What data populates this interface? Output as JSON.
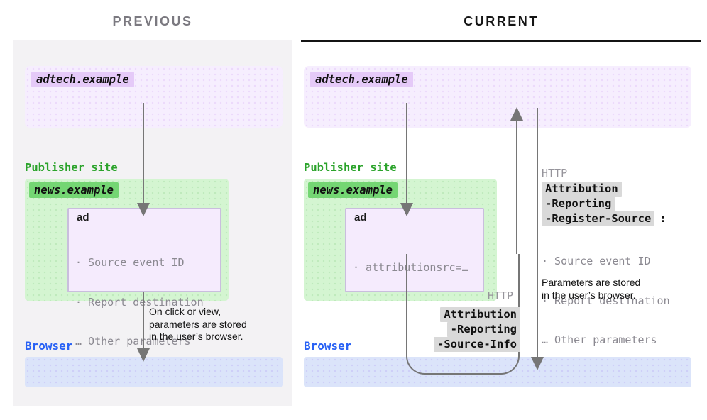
{
  "titles": {
    "previous": "PREVIOUS",
    "current": "CURRENT"
  },
  "colors": {
    "panel-bg": "#f3f2f4",
    "divider-gray": "#84828a",
    "divider-black": "#141414",
    "title-gray": "#7b7980",
    "adtech-box": "#f6eefe",
    "adtech-chip": "#e5caf8",
    "publisher-green": "#2ba32b",
    "green-box": "#d4f5d1",
    "news-chip": "#74d673",
    "ad-box": "#f5ebfd",
    "ad-border": "#c9bedd",
    "muted-text": "#8b8991",
    "arrow-gray": "#767676",
    "browser-blue": "#2962f5",
    "blue-box": "#dbe4fa",
    "chip-gray": "#d9d9d9",
    "http-gray": "#96949b"
  },
  "previous": {
    "adtech_label": "adtech.example",
    "publisher_heading": "Publisher site",
    "news_label": "news.example",
    "ad_title": "ad",
    "ad_params": [
      "· Source event ID",
      "· Report destination",
      "… Other parameters"
    ],
    "store_note": [
      "On click or view,",
      "parameters are stored",
      "in the user’s browser."
    ],
    "browser_heading": "Browser"
  },
  "current": {
    "adtech_label": "adtech.example",
    "publisher_heading": "Publisher site",
    "news_label": "news.example",
    "ad_title": "ad",
    "ad_params": [
      "· attributionsrc=…"
    ],
    "register_source_header": {
      "protocol": "HTTP",
      "name_lines": [
        "Attribution",
        "-Reporting",
        "-Register-Source"
      ],
      "colon": ":",
      "params": [
        "· Source event ID",
        "· Report destination",
        "… Other parameters"
      ],
      "note": [
        "Parameters are stored",
        "in the user’s browser."
      ]
    },
    "source_info_header": {
      "protocol": "HTTP",
      "name_lines": [
        "Attribution",
        "-Reporting",
        "-Source-Info"
      ]
    },
    "browser_heading": "Browser"
  }
}
